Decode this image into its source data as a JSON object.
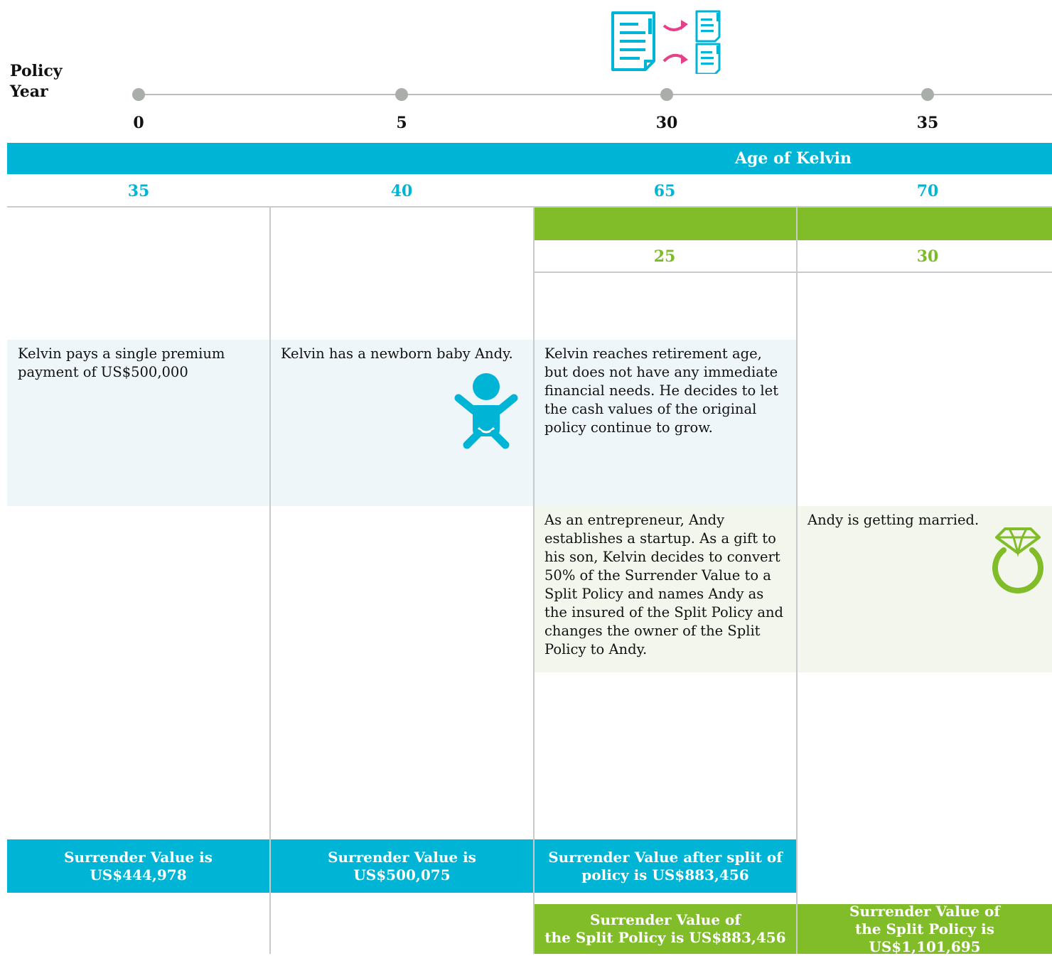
{
  "header": {
    "policy_year_label": "Policy Year",
    "policy_years": [
      "0",
      "5",
      "30",
      "35"
    ],
    "split_icon": "policy-split-icon"
  },
  "kelvin": {
    "banner_label": "Age of Kelvin",
    "ages": [
      "35",
      "40",
      "65",
      "70"
    ]
  },
  "andy": {
    "banner_label": "",
    "ages": [
      "25",
      "30"
    ]
  },
  "events": {
    "kelvin": [
      "Kelvin pays a single premium payment of US$500,000",
      "Kelvin has a newborn baby Andy.",
      "Kelvin reaches retirement age, but does not have any immediate financial needs. He decides to let the cash values of the original policy continue to grow."
    ],
    "andy": [
      "As an entrepreneur, Andy establishes a startup. As a gift to his son, Kelvin decides to convert 50% of the Surrender Value to a Split Policy and names Andy as the insured of the Split Policy and changes the owner of the Split Policy to Andy.",
      "Andy is getting married."
    ],
    "icons": {
      "baby": "baby-icon",
      "ring": "diamond-ring-icon"
    }
  },
  "surrender_values": {
    "original": [
      {
        "line1": "Surrender Value is",
        "line2": "US$444,978"
      },
      {
        "line1": "Surrender Value is",
        "line2": "US$500,075"
      },
      {
        "line1": "Surrender Value after split of",
        "line2": "policy is US$883,456"
      }
    ],
    "split": [
      {
        "line1": "Surrender Value of",
        "line2": "the Split Policy is US$883,456"
      },
      {
        "line1": "Surrender Value of",
        "line2": "the Split Policy is US$1,101,695"
      }
    ]
  },
  "colors": {
    "kelvin": "#00b4d6",
    "andy": "#80bd28",
    "grid": "#c8cbcb",
    "dot": "#a9aeab",
    "accent_arrow": "#e6408a"
  }
}
